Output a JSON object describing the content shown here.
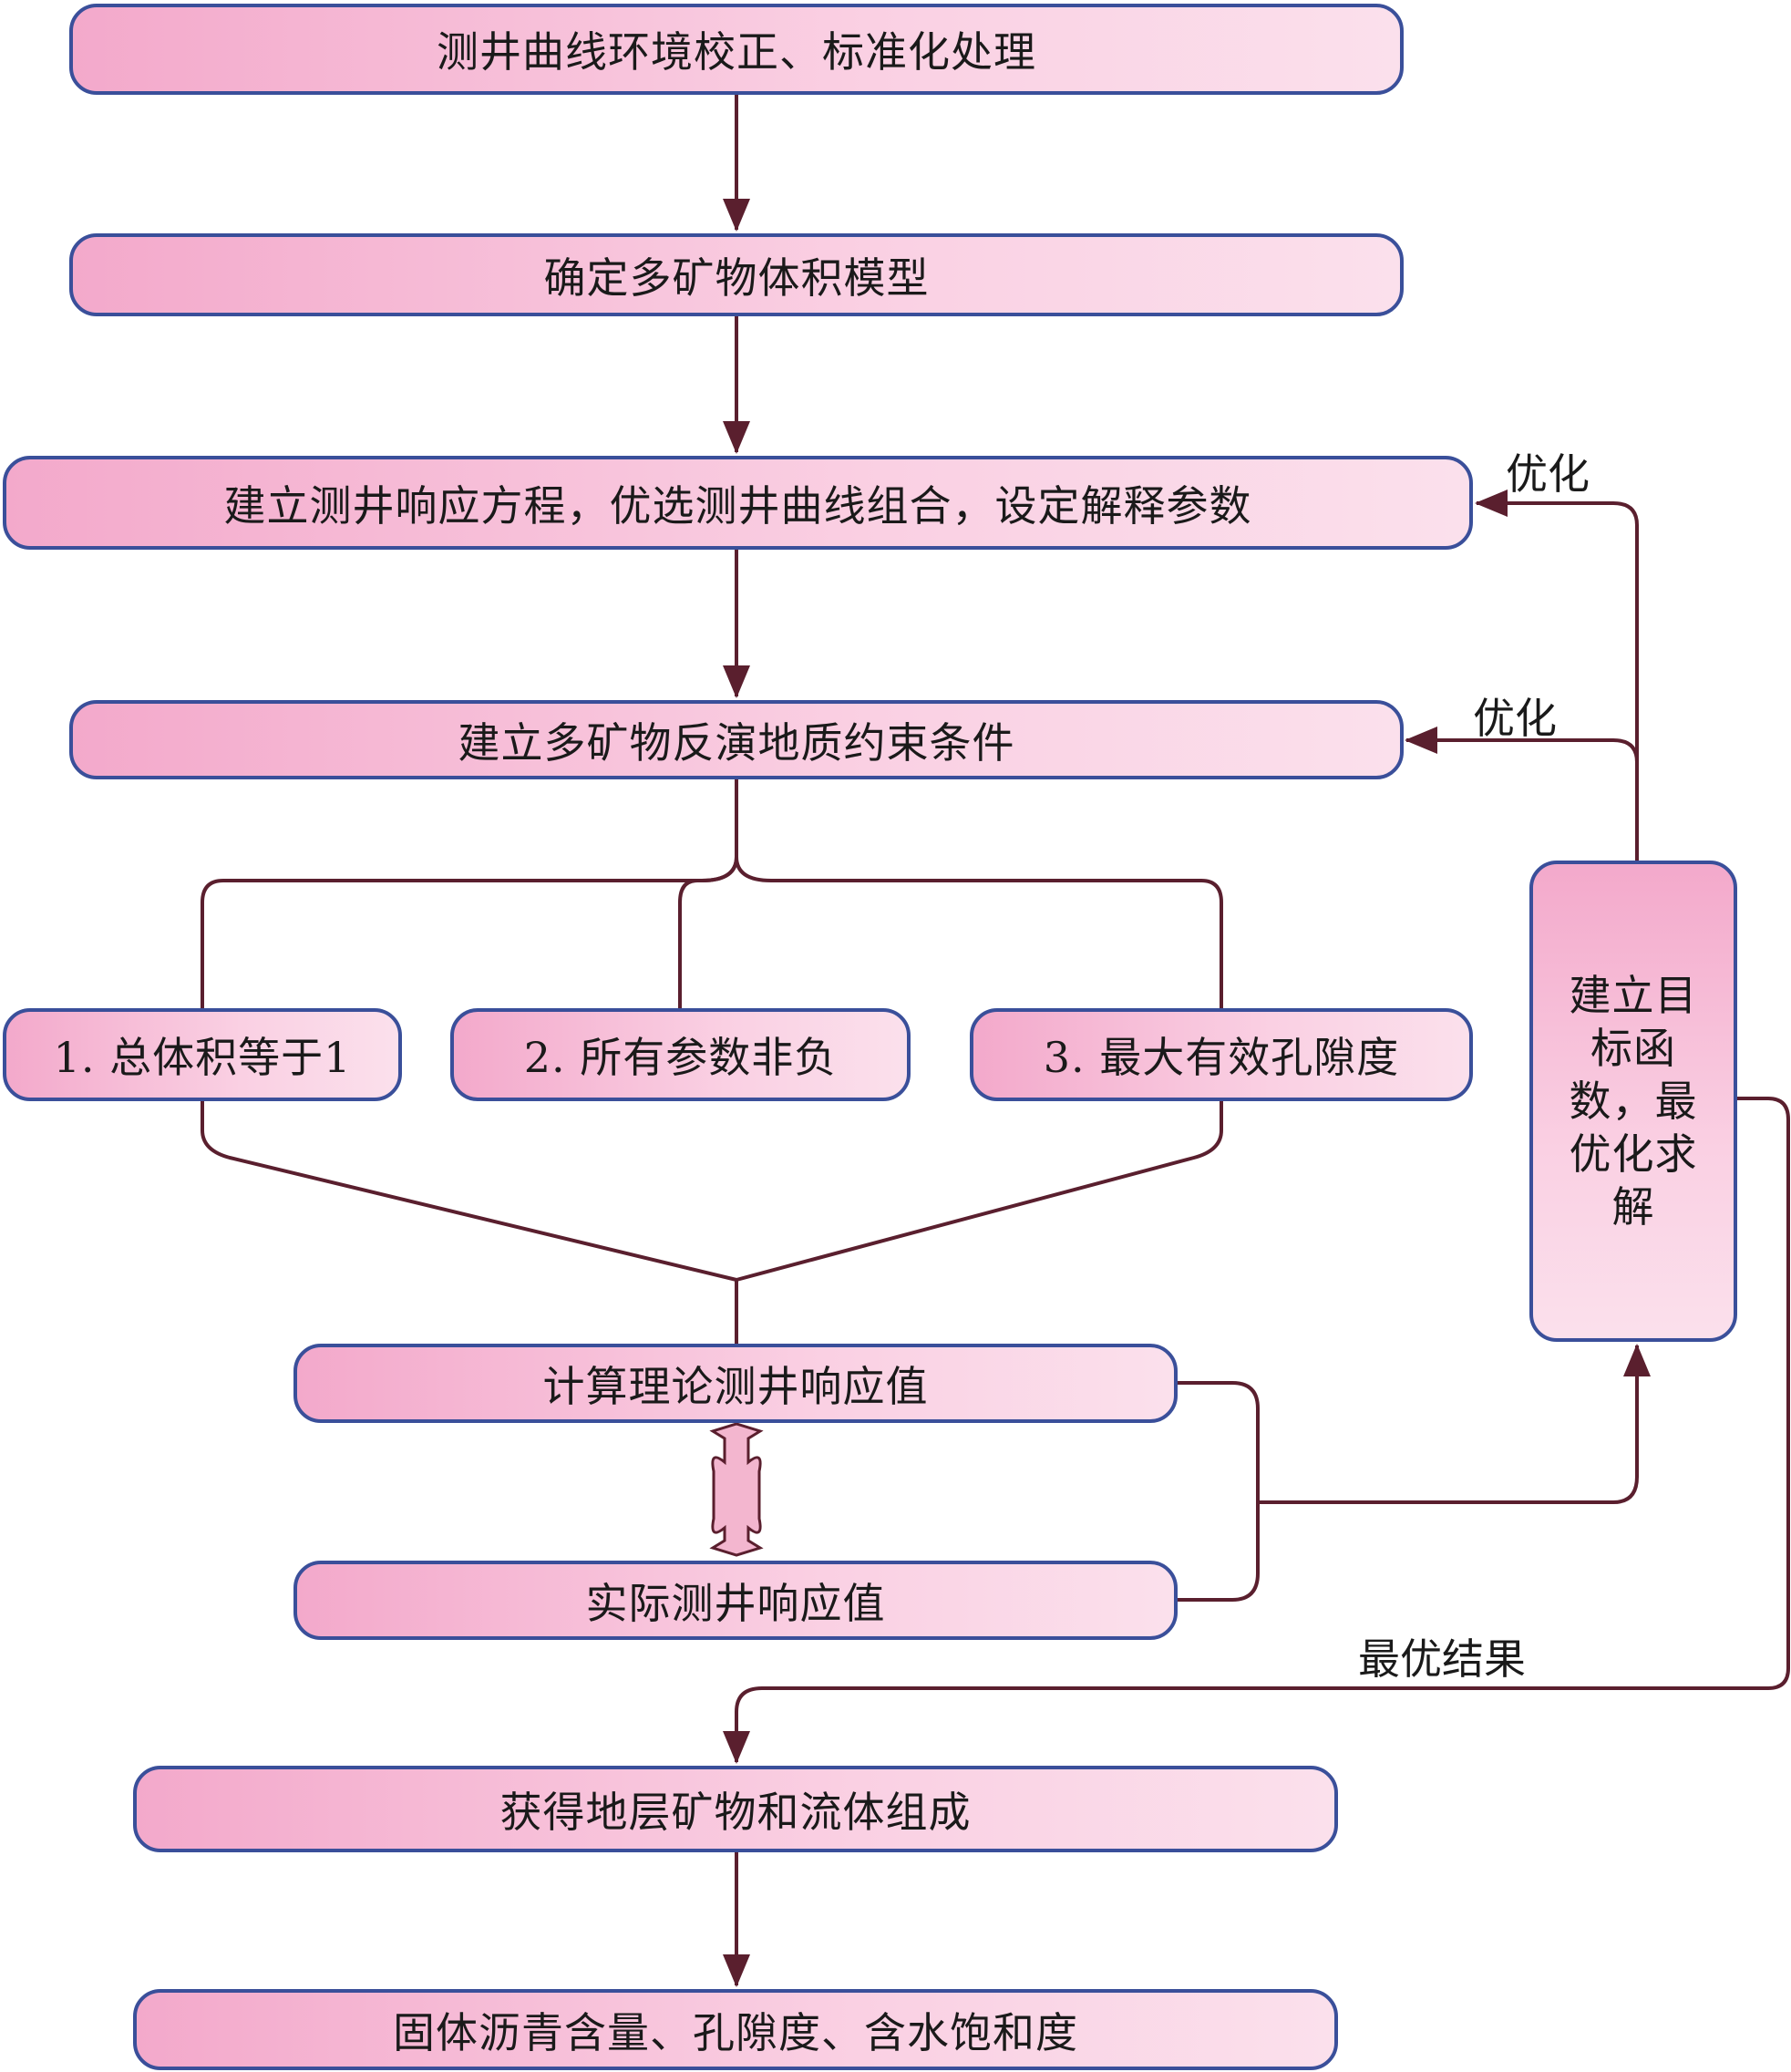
{
  "nodes": {
    "step1": "测井曲线环境校正、标准化处理",
    "step2": "确定多矿物体积模型",
    "step3": "建立测井响应方程，优选测井曲线组合，设定解释参数",
    "step4": "建立多矿物反演地质约束条件",
    "constraint1": "1. 总体积等于1",
    "constraint2": "2.  所有参数非负",
    "constraint3": "3. 最大有效孔隙度",
    "calc": "计算理论测井响应值",
    "actual": "实际测井响应值",
    "objective": "建立目标函数，最优化求解",
    "result1": "获得地层矿物和流体组成",
    "result2": "固体沥青含量、孔隙度、含水饱和度"
  },
  "edge_labels": {
    "optimize_upper": "优化",
    "optimize_lower": "优化",
    "best_result": "最优结果"
  },
  "colors": {
    "line": "#5a1f2e",
    "border": "#3a4f9a",
    "fill": "#f7bcd6"
  }
}
